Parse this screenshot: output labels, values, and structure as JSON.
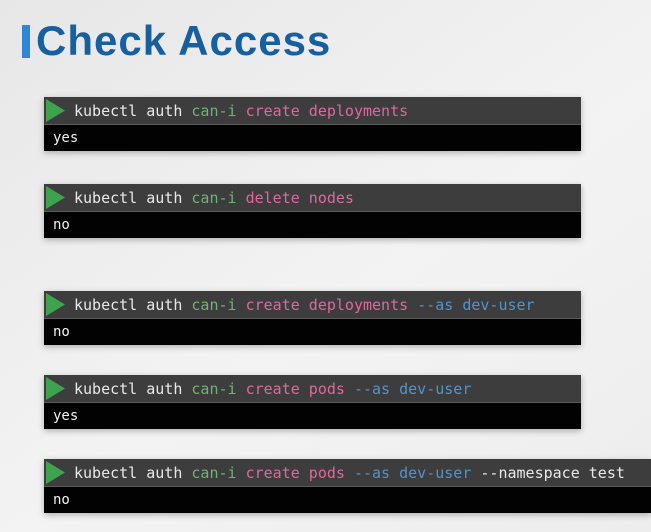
{
  "title": {
    "text": "Check Access"
  },
  "icons": {
    "run": "play-triangle"
  },
  "colors": {
    "title_text": "#17609F",
    "title_accent_bar": "#2E86D6",
    "terminal_header_bg": "#3D3D3D",
    "terminal_header_divider": "#5A5A5A",
    "terminal_output_bg": "#020202",
    "output_text": "#F2F2F2",
    "command_plain": "#E8E8E8",
    "command_keyword_green": "#70B276",
    "command_resource_pink": "#E0679E",
    "command_flag_blue": "#5193CE",
    "play_icon_green": "#3FA34D",
    "background": "#EDEDED"
  },
  "terminals": [
    {
      "segments": [
        {
          "text": "kubectl auth ",
          "style": "plain"
        },
        {
          "text": "can-i ",
          "style": "keyword"
        },
        {
          "text": "create deployments",
          "style": "resource"
        }
      ],
      "output": "yes"
    },
    {
      "segments": [
        {
          "text": "kubectl auth ",
          "style": "plain"
        },
        {
          "text": "can-i ",
          "style": "keyword"
        },
        {
          "text": "delete nodes",
          "style": "resource"
        }
      ],
      "output": "no"
    },
    {
      "segments": [
        {
          "text": "kubectl auth ",
          "style": "plain"
        },
        {
          "text": "can-i ",
          "style": "keyword"
        },
        {
          "text": "create deployments ",
          "style": "resource"
        },
        {
          "text": "--as dev-user",
          "style": "flag"
        }
      ],
      "output": "no"
    },
    {
      "segments": [
        {
          "text": "kubectl auth ",
          "style": "plain"
        },
        {
          "text": "can-i ",
          "style": "keyword"
        },
        {
          "text": "create pods ",
          "style": "resource"
        },
        {
          "text": "--as dev-user",
          "style": "flag"
        }
      ],
      "output": "yes"
    },
    {
      "segments": [
        {
          "text": "kubectl auth ",
          "style": "plain"
        },
        {
          "text": "can-i ",
          "style": "keyword"
        },
        {
          "text": "create pods ",
          "style": "resource"
        },
        {
          "text": "--as dev-user ",
          "style": "flag"
        },
        {
          "text": "--namespace test",
          "style": "plain"
        }
      ],
      "output": "no"
    }
  ]
}
